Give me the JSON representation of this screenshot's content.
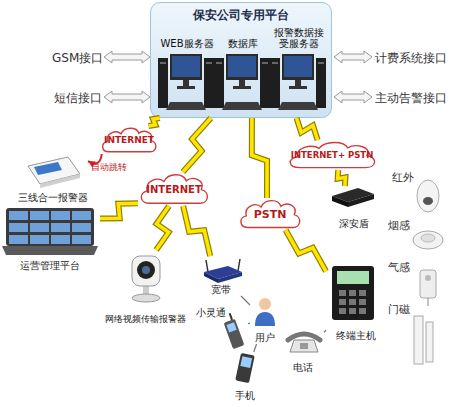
{
  "diagram": {
    "nodes": [
      {
        "text": [
          "保安公司专用平台"
        ]
      },
      {
        "text": [
          "WEB服务器"
        ],
        "in": 0
      },
      {
        "text": [
          "数据库"
        ],
        "in": 0
      },
      {
        "text": [
          "报警数据接受服务器"
        ],
        "in": 0
      },
      {
        "text": [
          "INTERNET"
        ]
      },
      {
        "text": [
          "INTERNET+ PSTN"
        ]
      },
      {
        "text": [
          "三线合一报警器"
        ]
      },
      {
        "text": [
          "INTERNET"
        ]
      },
      {
        "text": [
          "深安盾"
        ]
      },
      {
        "text": [
          "PSTN"
        ]
      },
      {
        "text": [
          "运营管理平台"
        ]
      },
      {
        "text": [
          "宽带"
        ]
      },
      {
        "text": [
          "终端主机"
        ]
      },
      {
        "text": [
          "网络视频传输报警器"
        ]
      },
      {
        "text": [
          "小灵通"
        ]
      },
      {
        "text": [
          "用户"
        ]
      },
      {
        "text": [
          "电话"
        ]
      },
      {
        "text": [
          "手机"
        ]
      }
    ],
    "edges": [
      {
        "from": 0,
        "to": 4,
        "arrow": "none"
      },
      {
        "from": 0,
        "to": 7,
        "arrow": "none"
      },
      {
        "from": 0,
        "to": 9,
        "arrow": "none"
      },
      {
        "from": 0,
        "to": 5,
        "arrow": "none"
      },
      {
        "from": 4,
        "to": 6,
        "label": "自动跳转",
        "arrow": "to"
      },
      {
        "from": 7,
        "to": 10,
        "arrow": "none"
      },
      {
        "from": 7,
        "to": 13,
        "arrow": "none"
      },
      {
        "from": 7,
        "to": 11,
        "arrow": "none"
      },
      {
        "from": 9,
        "to": 12,
        "arrow": "none"
      },
      {
        "from": 5,
        "to": 8,
        "arrow": "none"
      },
      {
        "from": 11,
        "to": 15,
        "arrow": "none"
      },
      {
        "from": 14,
        "to": 15,
        "arrow": "none"
      },
      {
        "from": 17,
        "to": 15,
        "arrow": "none"
      },
      {
        "from": 16,
        "to": 12,
        "arrow": "none"
      }
    ],
    "labels": [
      "GSM接口",
      "短信接口",
      "计费系统接口",
      "主动告警接口",
      "红外",
      "烟感",
      "气感",
      "门磁"
    ]
  }
}
